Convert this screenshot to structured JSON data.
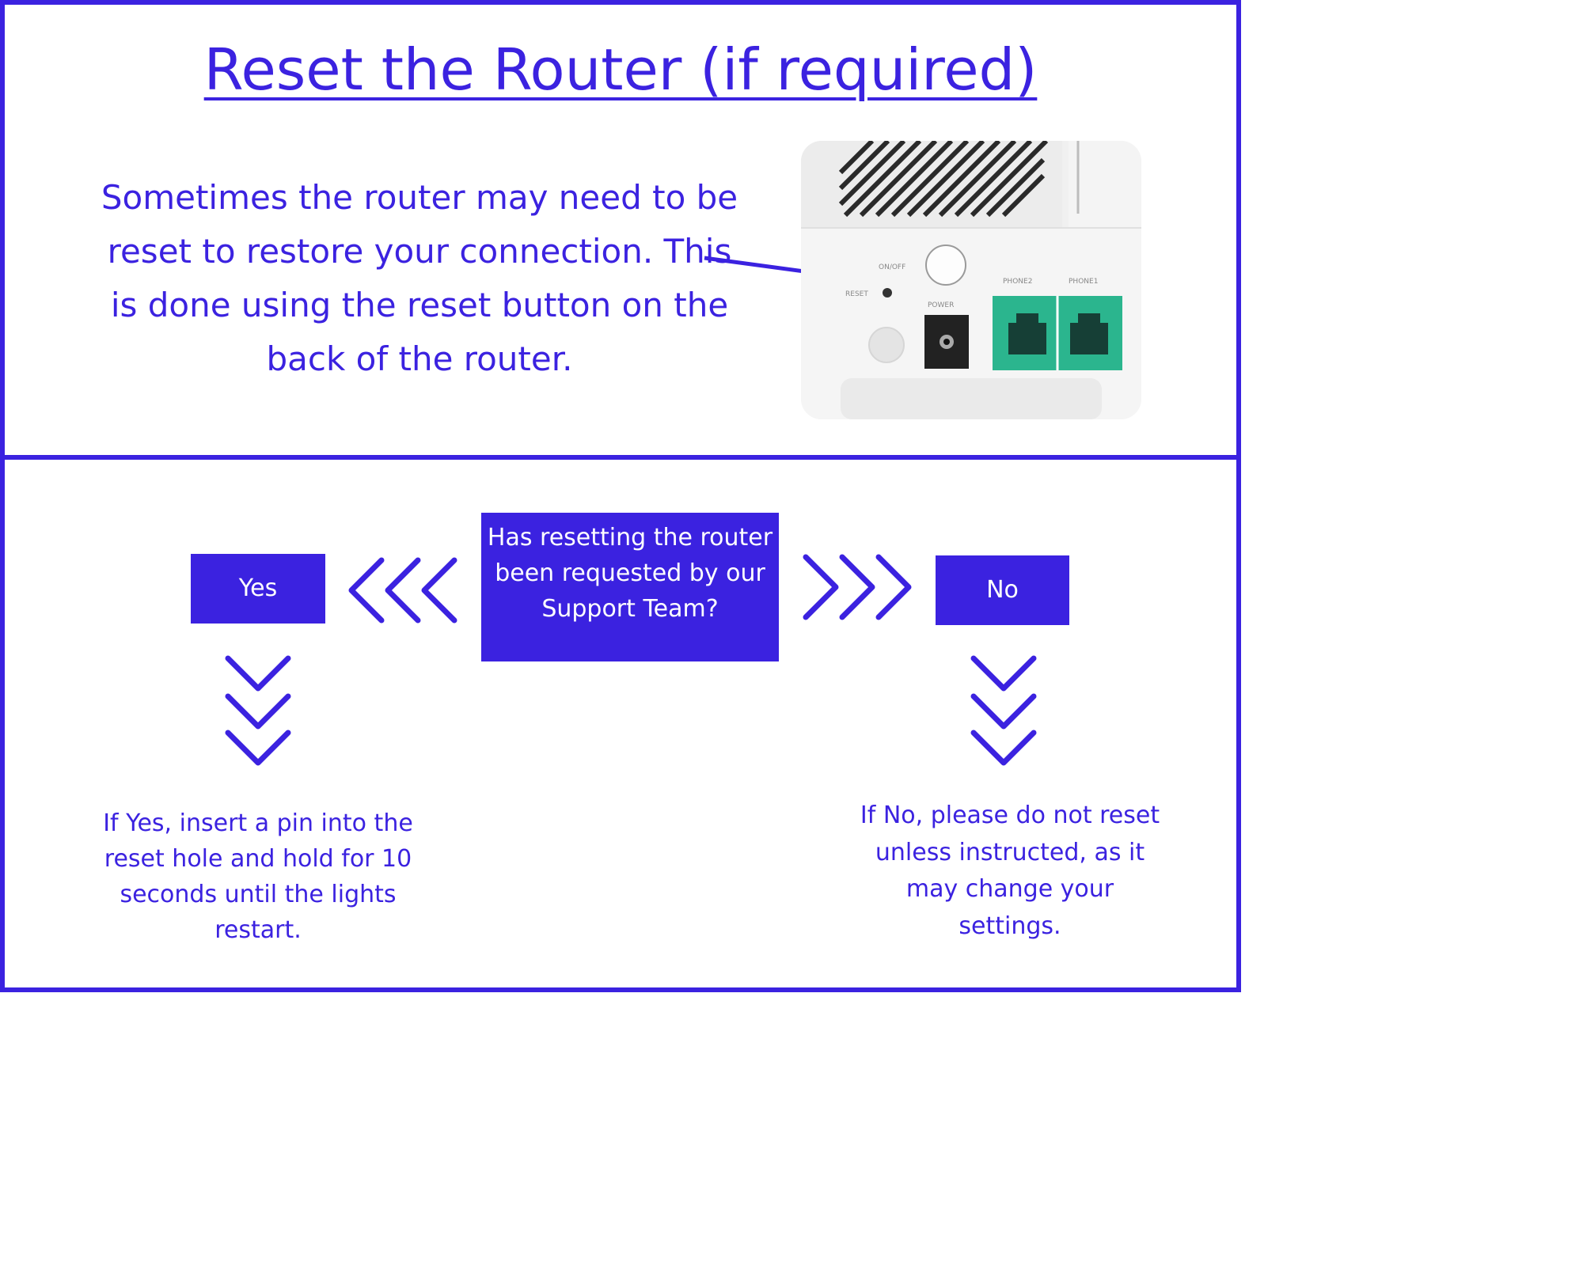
{
  "title": "Reset the Router (if required)",
  "intro": "Sometimes the router may need to be reset to restore your connection. This is done using the reset button on the back of the router.",
  "router_image": {
    "labels": {
      "on_off": "ON/OFF",
      "reset": "RESET",
      "power": "POWER",
      "phone2": "PHONE2",
      "phone1": "PHONE1"
    }
  },
  "flow": {
    "question": "Has resetting the router been requested by our Support Team?",
    "yes_label": "Yes",
    "no_label": "No",
    "yes_text": "If Yes, insert a pin into the reset hole and hold for 10 seconds until the lights restart.",
    "no_text": "If No, please do not reset unless instructed, as it may change your settings."
  },
  "colors": {
    "accent": "#3b22e0",
    "port_green": "#2bb58e",
    "background": "#ffffff"
  }
}
